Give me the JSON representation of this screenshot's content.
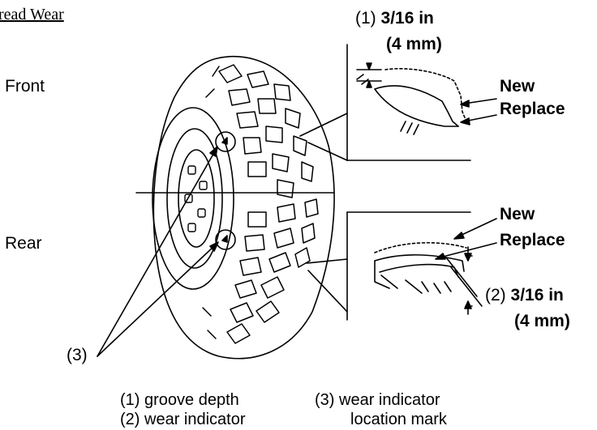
{
  "title": "read Wear",
  "side_labels": {
    "front": "Front",
    "rear": "Rear"
  },
  "callout_top": {
    "num": "(1)",
    "value": "3/16 in",
    "metric": "(4 mm)",
    "new": "New",
    "replace": "Replace"
  },
  "callout_bottom": {
    "new": "New",
    "replace": "Replace",
    "num": "(2)",
    "value": "3/16 in",
    "metric": "(4 mm)"
  },
  "indicator_ref": "(3)",
  "legend": {
    "item1": "(1) groove depth",
    "item2": "(2) wear indicator",
    "item3_line1": "(3) wear indicator",
    "item3_line2": "location mark"
  }
}
